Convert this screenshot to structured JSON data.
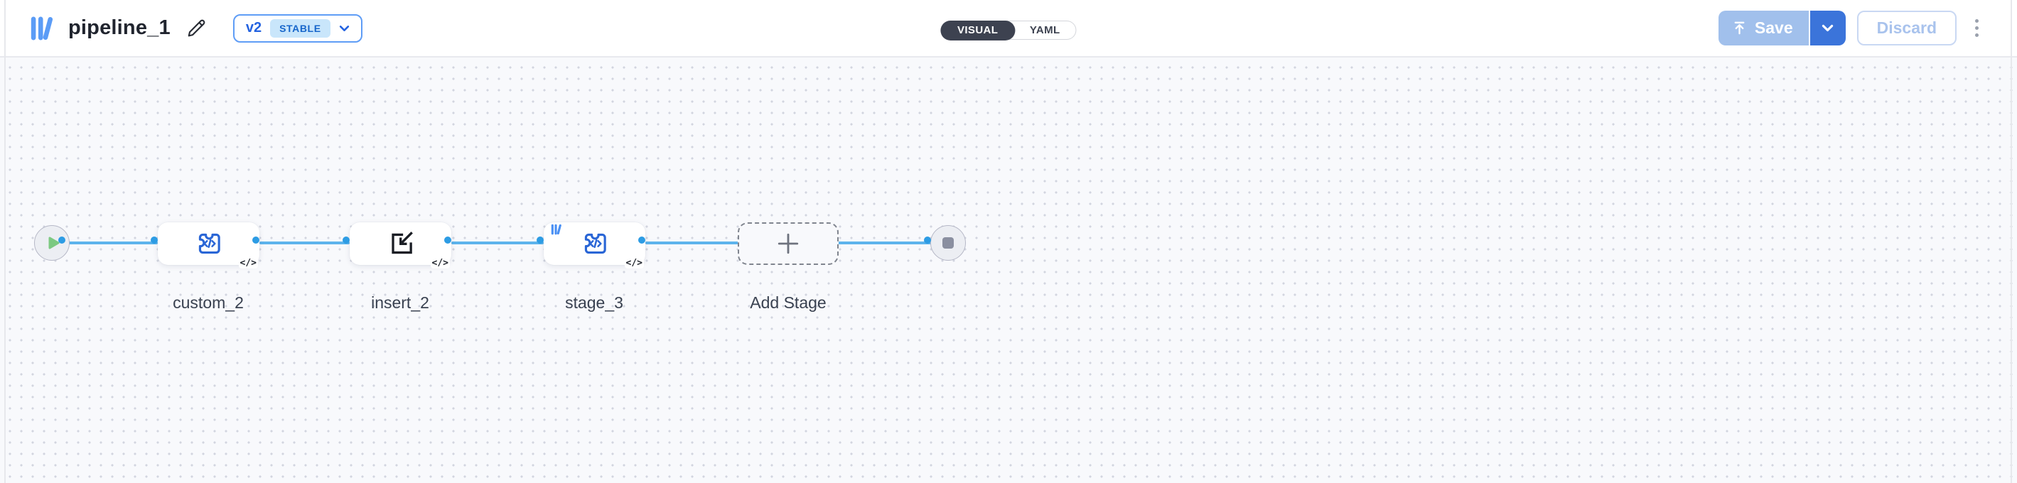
{
  "header": {
    "title": "pipeline_1",
    "version": {
      "label": "v2",
      "status": "STABLE"
    },
    "view_toggle": {
      "options": [
        "VISUAL",
        "YAML"
      ],
      "selected": "VISUAL"
    },
    "actions": {
      "save_label": "Save",
      "discard_label": "Discard"
    }
  },
  "canvas": {
    "nodes": [
      {
        "id": "start",
        "type": "start",
        "icon": "play-icon"
      },
      {
        "label": "custom_2",
        "type": "custom-stage",
        "icon": "puzzle-code-icon",
        "badge": "</>"
      },
      {
        "label": "insert_2",
        "type": "insert-stage",
        "icon": "import-icon",
        "badge": "</>"
      },
      {
        "label": "stage_3",
        "type": "library-stage",
        "icon": "puzzle-code-icon",
        "corner_icon": "library-icon",
        "badge": "</>"
      },
      {
        "label": "Add Stage",
        "type": "add-stage-placeholder",
        "icon": "plus-icon"
      },
      {
        "id": "end",
        "type": "end",
        "icon": "stop-icon"
      }
    ]
  },
  "colors": {
    "accent_blue": "#2463e0",
    "edge_blue": "#5db4ec",
    "handle_blue": "#2d9ce4",
    "node_icon_blue": "#2a66d6",
    "save_enabled_blue": "#3b74da",
    "save_disabled_blue": "#a1c0ec",
    "toggle_dark": "#3d4250",
    "canvas_bg": "#f8f9fc",
    "canvas_dot": "#d2d5df",
    "play_green": "#7cc981",
    "stop_gray": "#8a8fa0"
  }
}
